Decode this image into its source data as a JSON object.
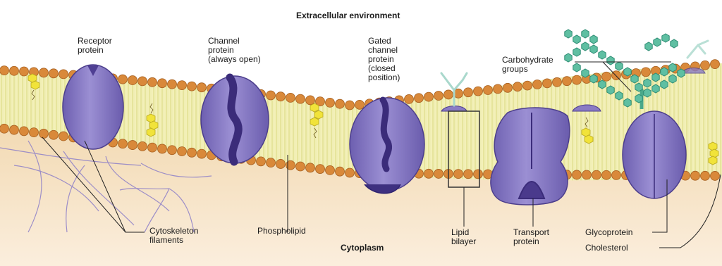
{
  "title_top": "Extracellular environment",
  "title_bottom": "Cytoplasm",
  "labels": {
    "receptor_protein": "Receptor\nprotein",
    "channel_protein": "Channel\nprotein\n(always open)",
    "gated_channel_protein": "Gated\nchannel\nprotein\n(closed\nposition)",
    "carbohydrate_groups": "Carbohydrate\ngroups",
    "cytoskeleton_filaments": "Cytoskeleton\nfilaments",
    "phospholipid": "Phospholipid",
    "lipid_bilayer": "Lipid\nbilayer",
    "transport_protein": "Transport\nprotein",
    "glycoprotein": "Glycoprotein",
    "cholesterol": "Cholesterol"
  },
  "colors": {
    "protein": "#8a7bc4",
    "protein_dark": "#4f3f93",
    "head": "#d9893a",
    "tail": "#e7e38a",
    "cholesterol": "#f1e33a",
    "carbohydrate": "#52b59a",
    "cytoplasm": "#f3d9b0",
    "extracellular": "#ffffff"
  }
}
